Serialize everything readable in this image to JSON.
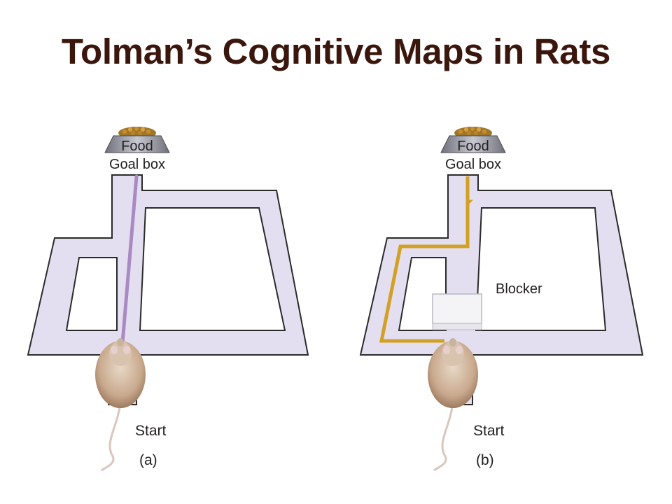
{
  "slide": {
    "title": "Tolman’s Cognitive Maps in Rats"
  },
  "colors": {
    "title": "#3a160c",
    "maze_fill": "#e4dff0",
    "maze_outline": "#2b2b2b",
    "path_a": "#a98ac2",
    "path_b": "#d2a024",
    "blocker": "#f4f4f6"
  },
  "panels": [
    {
      "food_label": "Food",
      "goal_label": "Goal box",
      "start_label": "Start",
      "panel_label": "(a)"
    },
    {
      "food_label": "Food",
      "goal_label": "Goal box",
      "start_label": "Start",
      "panel_label": "(b)",
      "blocker_label": "Blocker"
    }
  ],
  "icons": [
    "food-bowl-icon",
    "rat-icon"
  ]
}
